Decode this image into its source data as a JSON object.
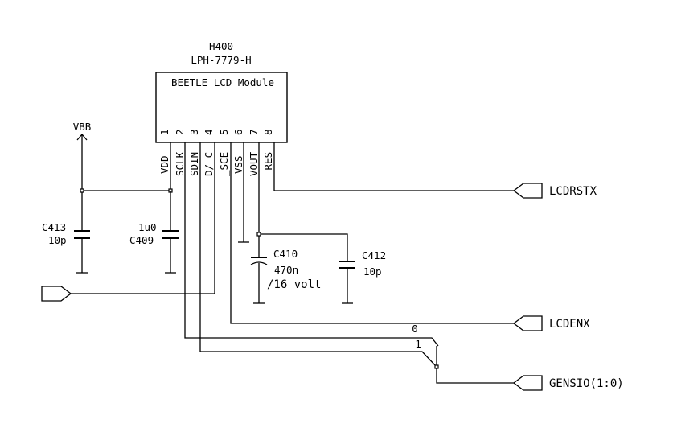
{
  "component": {
    "ref": "H400",
    "part": "LPH-7779-H",
    "title": "BEETLE LCD Module",
    "pins": [
      {
        "num": "1",
        "name": "VDD"
      },
      {
        "num": "2",
        "name": "SCLK"
      },
      {
        "num": "3",
        "name": "SDIN"
      },
      {
        "num": "4",
        "name": "D/_C"
      },
      {
        "num": "5",
        "name": "_SCE"
      },
      {
        "num": "6",
        "name": "VSS"
      },
      {
        "num": "7",
        "name": "VOUT"
      },
      {
        "num": "8",
        "name": "_RES"
      }
    ]
  },
  "power": {
    "vbb": "VBB"
  },
  "capacitors": {
    "c413": {
      "ref": "C413",
      "value": "10p"
    },
    "c409": {
      "value": "1u0",
      "ref": "C409"
    },
    "c410": {
      "ref": "C410",
      "value": "470n",
      "rating": "/16 volt"
    },
    "c412": {
      "ref": "C412",
      "value": "10p"
    }
  },
  "ports": {
    "lcdrstx": "LCDRSTX",
    "lcdenx": "LCDENX",
    "gensio": "GENSIO(1:0)"
  },
  "bus": {
    "bit0": "0",
    "bit1": "1"
  }
}
